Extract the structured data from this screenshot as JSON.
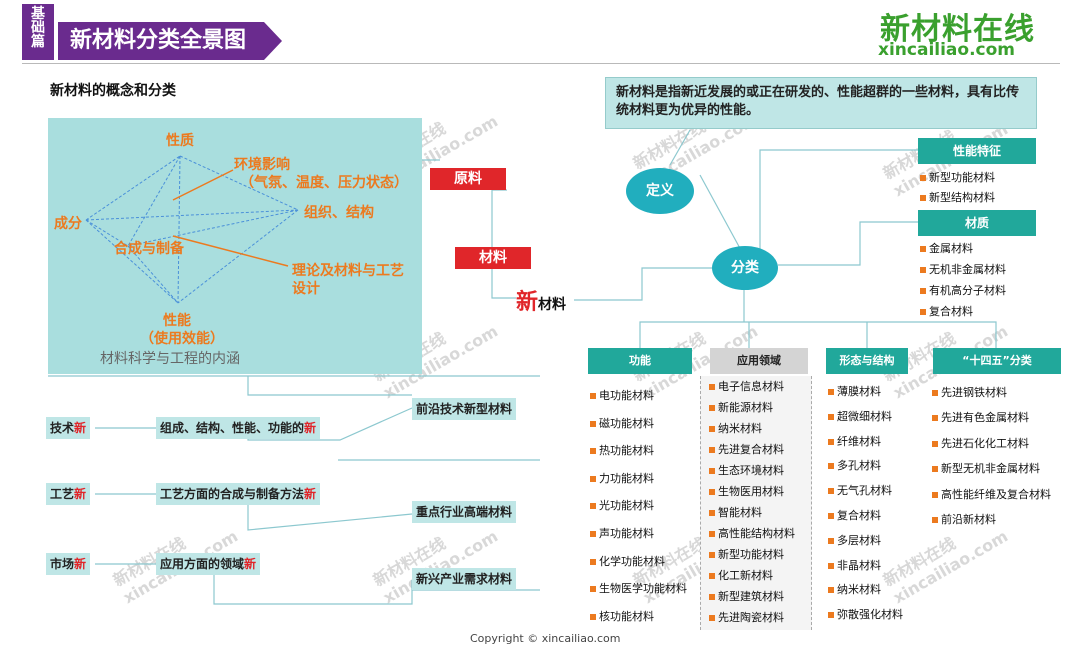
{
  "header": {
    "badge": [
      "基",
      "础",
      "篇"
    ],
    "title": "新材料分类全景图",
    "logo_cn": "新材料在线",
    "logo_en": "xincailiao.com"
  },
  "concept": {
    "heading": "新材料的概念和分类",
    "nodes": {
      "xingzhi": "性质",
      "huanjing": "环境影响",
      "huanjing_sub": "（气氛、温度、压力状态）",
      "chengfen": "成分",
      "zuzhi": "组织、结构",
      "hecheng": "合成与制备",
      "lilun1": "理论及材料与工艺",
      "lilun2": "设计",
      "xingneng": "性能",
      "xingneng_sub": "（使用效能）"
    },
    "caption": "材料科学与工程的内涵"
  },
  "center": {
    "yuanliao": "原料",
    "cailiao": "材料",
    "xin": "新",
    "xin_suffix": "材料"
  },
  "definition": {
    "text": "新材料是指新近发展的或正在研发的、性能超群的一些材料，具有比传统材料更为优异的性能。",
    "label": "定义"
  },
  "classify": {
    "label": "分类"
  },
  "right_groups": {
    "tezheng": {
      "title": "性能特征",
      "items": [
        "新型功能材料",
        "新型结构材料"
      ]
    },
    "caizhi": {
      "title": "材质",
      "items": [
        "金属材料",
        "无机非金属材料",
        "有机高分子材料",
        "复合材料"
      ]
    }
  },
  "columns": [
    {
      "title": "功能",
      "items": [
        "电功能材料",
        "磁功能材料",
        "热功能材料",
        "力功能材料",
        "光功能材料",
        "声功能材料",
        "化学功能材料",
        "生物医学功能材料",
        "核功能材料"
      ]
    },
    {
      "title": "应用领域",
      "items": [
        "电子信息材料",
        "新能源材料",
        "纳米材料",
        "先进复合材料",
        "生态环境材料",
        "生物医用材料",
        "智能材料",
        "高性能结构材料",
        "新型功能材料",
        "化工新材料",
        "新型建筑材料",
        "先进陶瓷材料"
      ]
    },
    {
      "title": "形态与结构",
      "items": [
        "薄膜材料",
        "超微细材料",
        "纤维材料",
        "多孔材料",
        "无气孔材料",
        "复合材料",
        "多层材料",
        "非晶材料",
        "纳米材料",
        "弥散强化材料"
      ]
    },
    {
      "title": "“十四五”分类",
      "items": [
        "先进钢铁材料",
        "先进有色金属材料",
        "先进石化化工材料",
        "新型无机非金属材料",
        "高性能纤维及复合材料",
        "前沿新材料"
      ]
    }
  ],
  "new_aspects": {
    "rows": [
      {
        "label": "技术",
        "new": "新",
        "desc": "组成、结构、性能、功能的",
        "desc_new": "新"
      },
      {
        "label": "工艺",
        "new": "新",
        "desc": "工艺方面的合成与制备方法",
        "desc_new": "新"
      },
      {
        "label": "市场",
        "new": "新",
        "desc": "应用方面的领域",
        "desc_new": "新"
      }
    ],
    "targets": [
      "前沿技术新型材料",
      "重点行业高端材料",
      "新兴产业需求材料"
    ]
  },
  "watermark": {
    "cn": "新材料在线",
    "en": "xincailiao.com"
  },
  "copyright": "Copyright © xincailiao.com",
  "colors": {
    "purple": "#6a2b8e",
    "teal": "#21a89b",
    "red": "#e0262a",
    "orange": "#ec7a1f",
    "green": "#3aa02e"
  }
}
